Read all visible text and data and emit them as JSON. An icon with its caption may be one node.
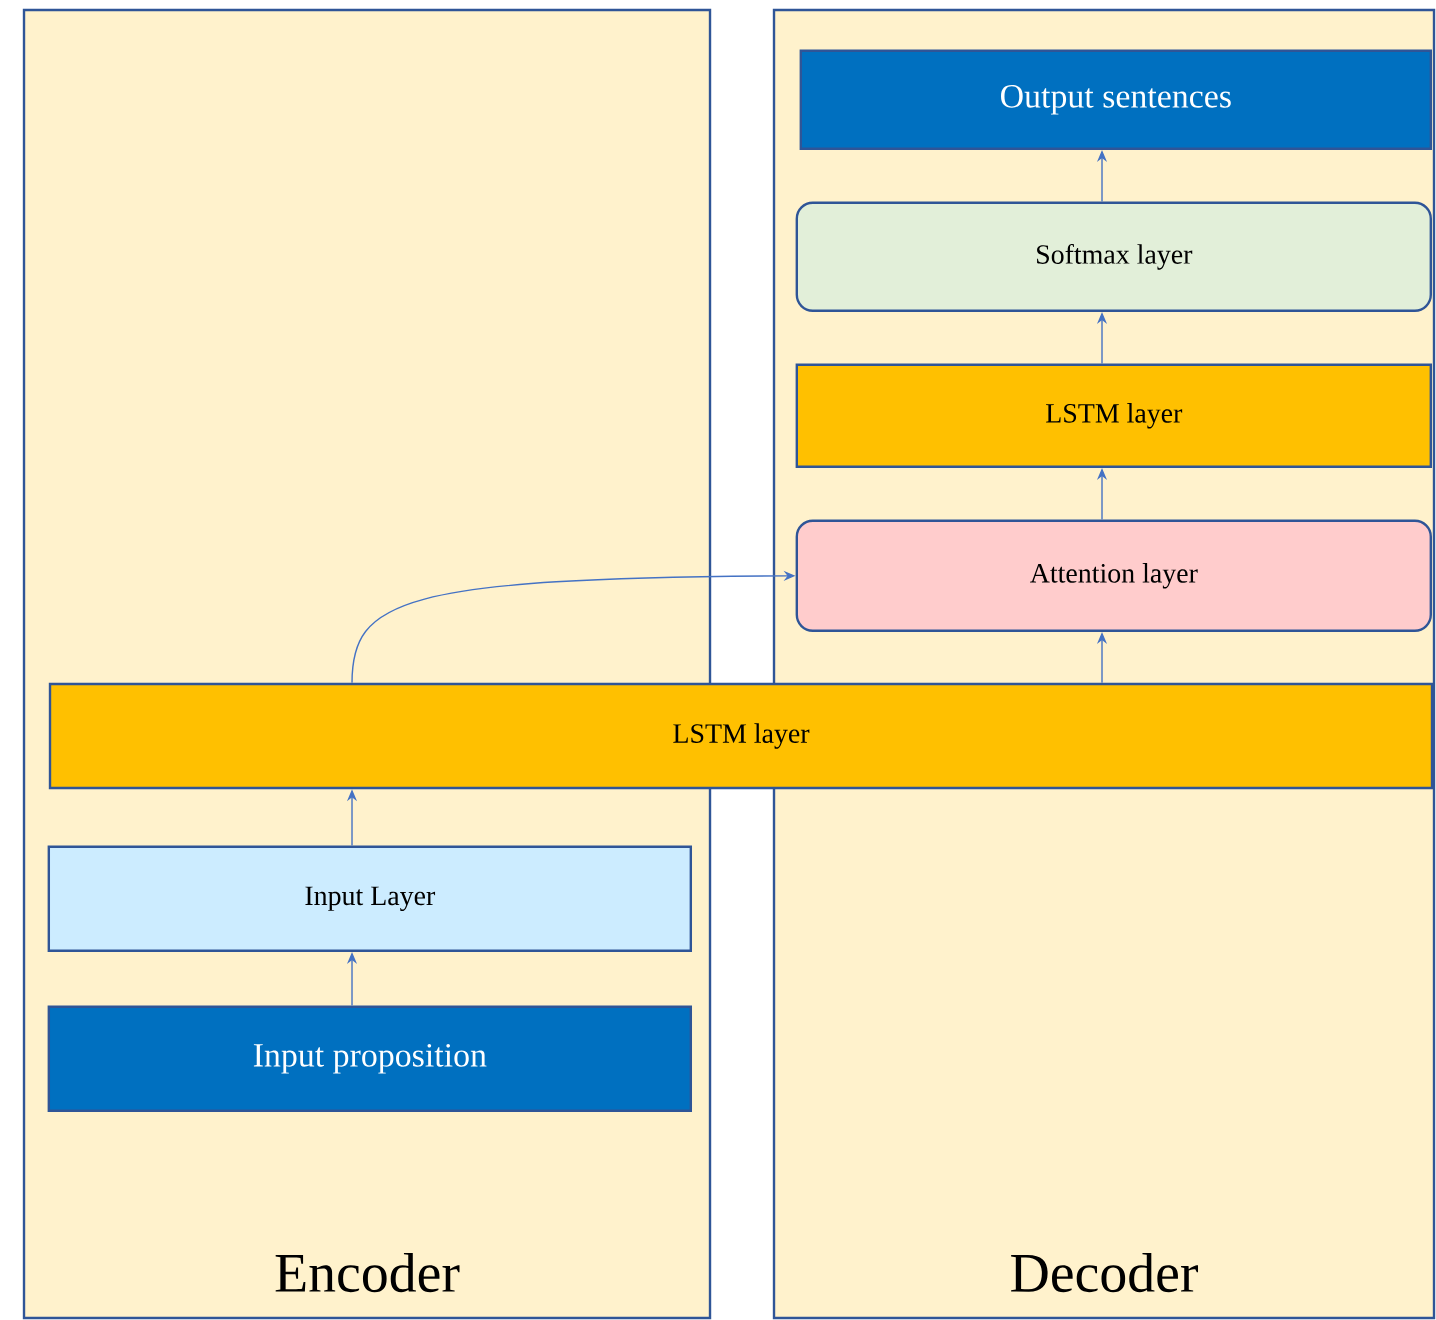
{
  "diagram": {
    "nodes": [
      {
        "text": [
          "Encoder"
        ]
      },
      {
        "text": [
          "Decoder"
        ]
      },
      {
        "text": [
          "Output sentences"
        ],
        "in": 1
      },
      {
        "text": [
          "Softmax layer"
        ],
        "in": 1
      },
      {
        "text": [
          "LSTM layer"
        ],
        "in": 1
      },
      {
        "text": [
          "Attention layer"
        ],
        "in": 1
      },
      {
        "text": [
          "LSTM layer"
        ]
      },
      {
        "text": [
          "Input Layer"
        ],
        "in": 0
      },
      {
        "text": [
          "Input proposition"
        ],
        "in": 0
      }
    ],
    "edges": [
      {
        "from": 8,
        "to": 7,
        "arrow": "to"
      },
      {
        "from": 7,
        "to": 6,
        "arrow": "to"
      },
      {
        "from": 6,
        "to": 5,
        "arrow": "to"
      },
      {
        "from": 6,
        "to": 5,
        "arrow": "to"
      },
      {
        "from": 5,
        "to": 4,
        "arrow": "to"
      },
      {
        "from": 4,
        "to": 3,
        "arrow": "to"
      },
      {
        "from": 3,
        "to": 2,
        "arrow": "to"
      }
    ]
  }
}
